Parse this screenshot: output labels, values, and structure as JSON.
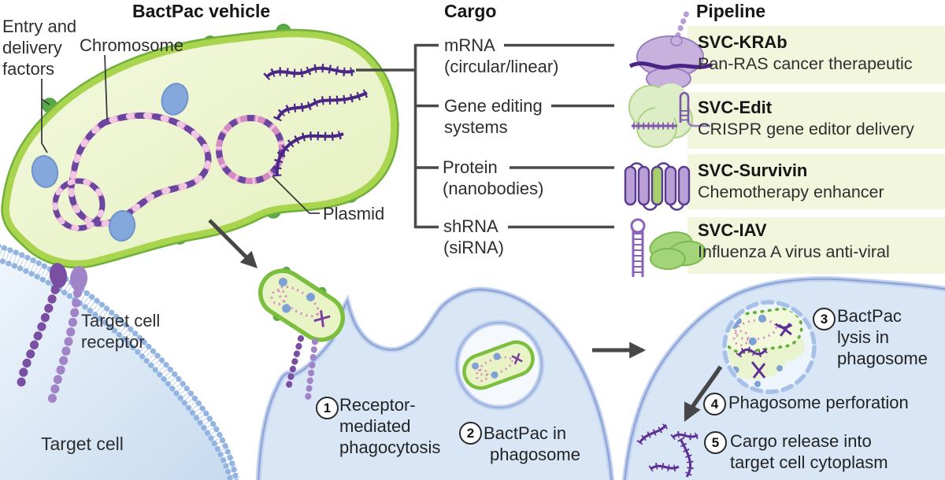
{
  "diagram": {
    "titles": {
      "vehicle": "BactPac vehicle",
      "cargo": "Cargo",
      "pipeline": "Pipeline"
    },
    "vehicle_labels": {
      "entry_line1": "Entry and",
      "entry_line2": "delivery",
      "entry_line3": "factors",
      "chromosome": "Chromosome",
      "plasmid": "Plasmid"
    },
    "cargo_items": [
      {
        "line1": "mRNA",
        "line2": "(circular/linear)"
      },
      {
        "line1": "Gene editing",
        "line2": "systems"
      },
      {
        "line1": "Protein",
        "line2": "(nanobodies)"
      },
      {
        "line1": "shRNA",
        "line2": "(siRNA)"
      }
    ],
    "pipeline_items": [
      {
        "name": "SVC-KRAb",
        "desc": "Pan-RAS cancer therapeutic",
        "icon": "ribosome-mrna-icon"
      },
      {
        "name": "SVC-Edit",
        "desc": "CRISPR gene editor delivery",
        "icon": "cas9-guide-rna-icon"
      },
      {
        "name": "SVC-Survivin",
        "desc": "Chemotherapy enhancer",
        "icon": "nanobody-beta-barrel-icon"
      },
      {
        "name": "SVC-IAV",
        "desc": "Influenza A virus anti-viral",
        "icon": "shrna-hairpin-icon"
      }
    ],
    "target_cell": {
      "receptor_line1": "Target cell",
      "receptor_line2": "receptor",
      "label": "Target cell"
    },
    "steps": [
      {
        "num": "1",
        "line1": "Receptor-",
        "line2": "mediated",
        "line3": "phagocytosis"
      },
      {
        "num": "2",
        "line1": "BactPac in",
        "line2": "phagosome"
      },
      {
        "num": "3",
        "line1": "BactPac",
        "line2": "lysis in",
        "line3": "phagosome"
      },
      {
        "num": "4",
        "line1": "Phagosome perforation"
      },
      {
        "num": "5",
        "line1": "Cargo release into",
        "line2": "target cell cytoplasm"
      }
    ],
    "colors": {
      "bacterium_membrane": "#6fb03a",
      "bacterium_band": "#a9d44e",
      "bacterium_fill": "#eef5d2",
      "bump_green": "#57ac48",
      "delivery_factor_blue": "#85a8dc",
      "dna_pink": "#d58cc2",
      "dna_purple": "#6b46a1",
      "mrna_purple": "#4a2687",
      "receptor_purple": "#7a4fa3",
      "cell_fill": "#d9e6f6",
      "cell_border": "#8fa5d8",
      "membrane_bead_blue": "#93b4e0",
      "pipeline_box": "#f2f6dc",
      "arrow_gray": "#474747"
    }
  }
}
